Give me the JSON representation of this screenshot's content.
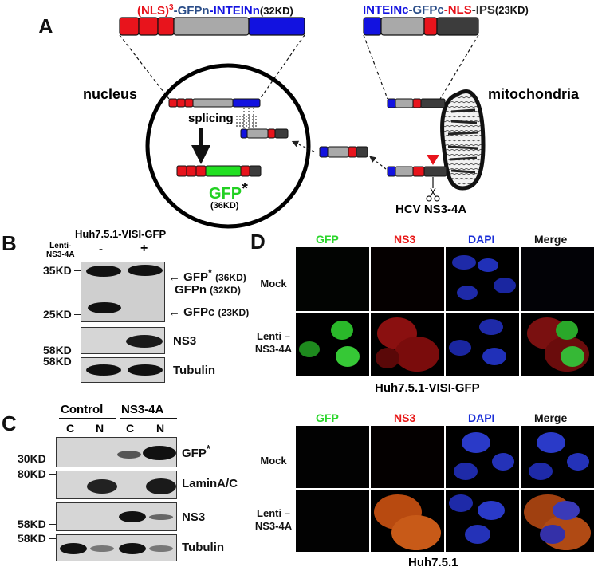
{
  "panel_a": {
    "letter": "A",
    "construct_left": {
      "nls": "(NLS)",
      "nls_sup": "3",
      "dash1": "-",
      "gfpn": "GFPn",
      "dash2": "-",
      "inteinn": "INTEINn",
      "size": "(32KD)"
    },
    "construct_right": {
      "inteinc": "INTEINc",
      "dash1": "-",
      "gfpc": "GFPc",
      "dash2": "-",
      "nls": "NLS",
      "ips": "-IPS",
      "size": "(23KD)"
    },
    "nucleus_label": "nucleus",
    "mitochondria_label": "mitochondria",
    "splicing_label": "splicing",
    "gfp_label": "GFP",
    "gfp_star": "*",
    "gfp_size": "(36KD)",
    "protease_label": "HCV NS3-4A",
    "colors": {
      "red": "#e8141c",
      "gray": "#a9a9a9",
      "blue": "#1212e0",
      "dark": "#3c3c3c",
      "green": "#22e022"
    }
  },
  "panel_b": {
    "letter": "B",
    "title": "Huh7.5.1-VISI-GFP",
    "lenti_label_1": "Lenti-",
    "lenti_label_2": "NS3-4A",
    "minus": "-",
    "plus": "+",
    "mw_35": "35KD",
    "mw_25": "25KD",
    "mw_58a": "58KD",
    "mw_58b": "58KD",
    "band_gfp": "GFP",
    "band_gfp_star": "*",
    "band_gfp_size": "(36KD)",
    "band_gfpn": "GFPn",
    "band_gfpn_size": "(32KD)",
    "band_gfpc": "GFPc",
    "band_gfpc_size": "(23KD)",
    "ns3": "NS3",
    "tubulin": "Tubulin"
  },
  "panel_c": {
    "letter": "C",
    "group_control": "Control",
    "group_ns3": "NS3-4A",
    "lanes": [
      "C",
      "N",
      "C",
      "N"
    ],
    "mw_30": "30KD",
    "mw_80": "80KD",
    "mw_58a": "58KD",
    "mw_58b": "58KD",
    "gfp": "GFP",
    "gfp_star": "*",
    "lamin": "LaminA/C",
    "ns3": "NS3",
    "tubulin": "Tubulin"
  },
  "panel_d": {
    "letter": "D",
    "headers": [
      "GFP",
      "NS3",
      "DAPI",
      "Merge"
    ],
    "header_colors": [
      "#2bd62b",
      "#e81818",
      "#1a2fd8",
      "#111111"
    ],
    "row_mock": "Mock",
    "row_lenti_1": "Lenti –",
    "row_lenti_2": "NS3-4A",
    "caption_top": "Huh7.5.1-VISI-GFP",
    "caption_bottom": "Huh7.5.1"
  }
}
